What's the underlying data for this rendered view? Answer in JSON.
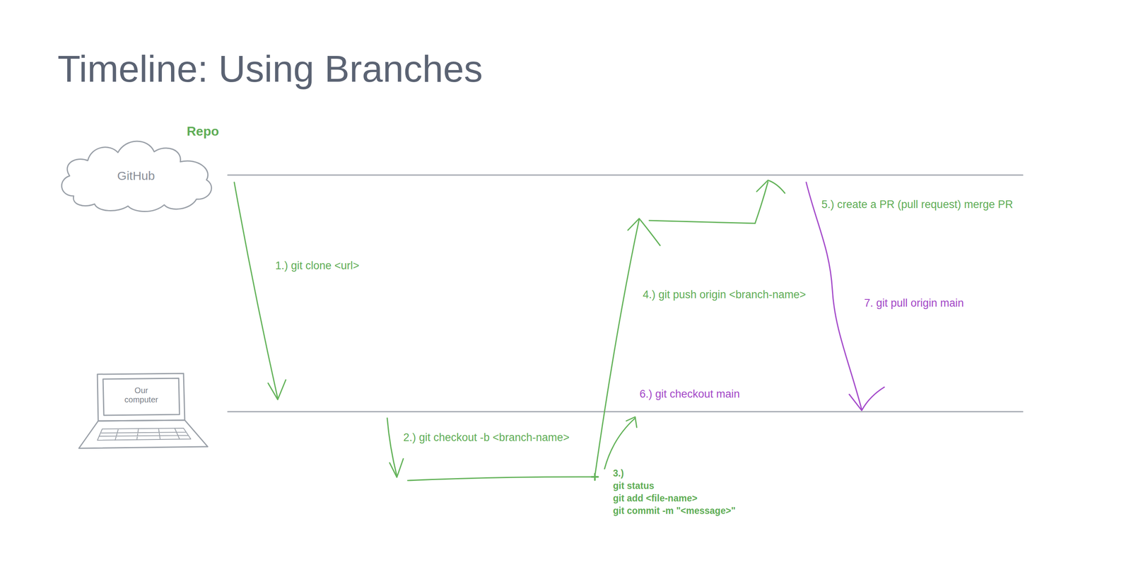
{
  "diagram": {
    "title": "Timeline: Using Branches",
    "nodes": [
      {
        "text": [
          "GitHub"
        ]
      },
      {
        "text": [
          "Our computer"
        ]
      }
    ],
    "labels": [
      "Repo",
      "1.) git clone <url>",
      "2.) git checkout -b <branch-name>",
      "3.)",
      "git status",
      "git add <file-name>",
      "git commit -m \"<message>\"",
      "4.) git push origin <branch-name>",
      "5.) create a PR (pull request) merge PR",
      "6.) git checkout main",
      "7. git pull origin main"
    ]
  }
}
